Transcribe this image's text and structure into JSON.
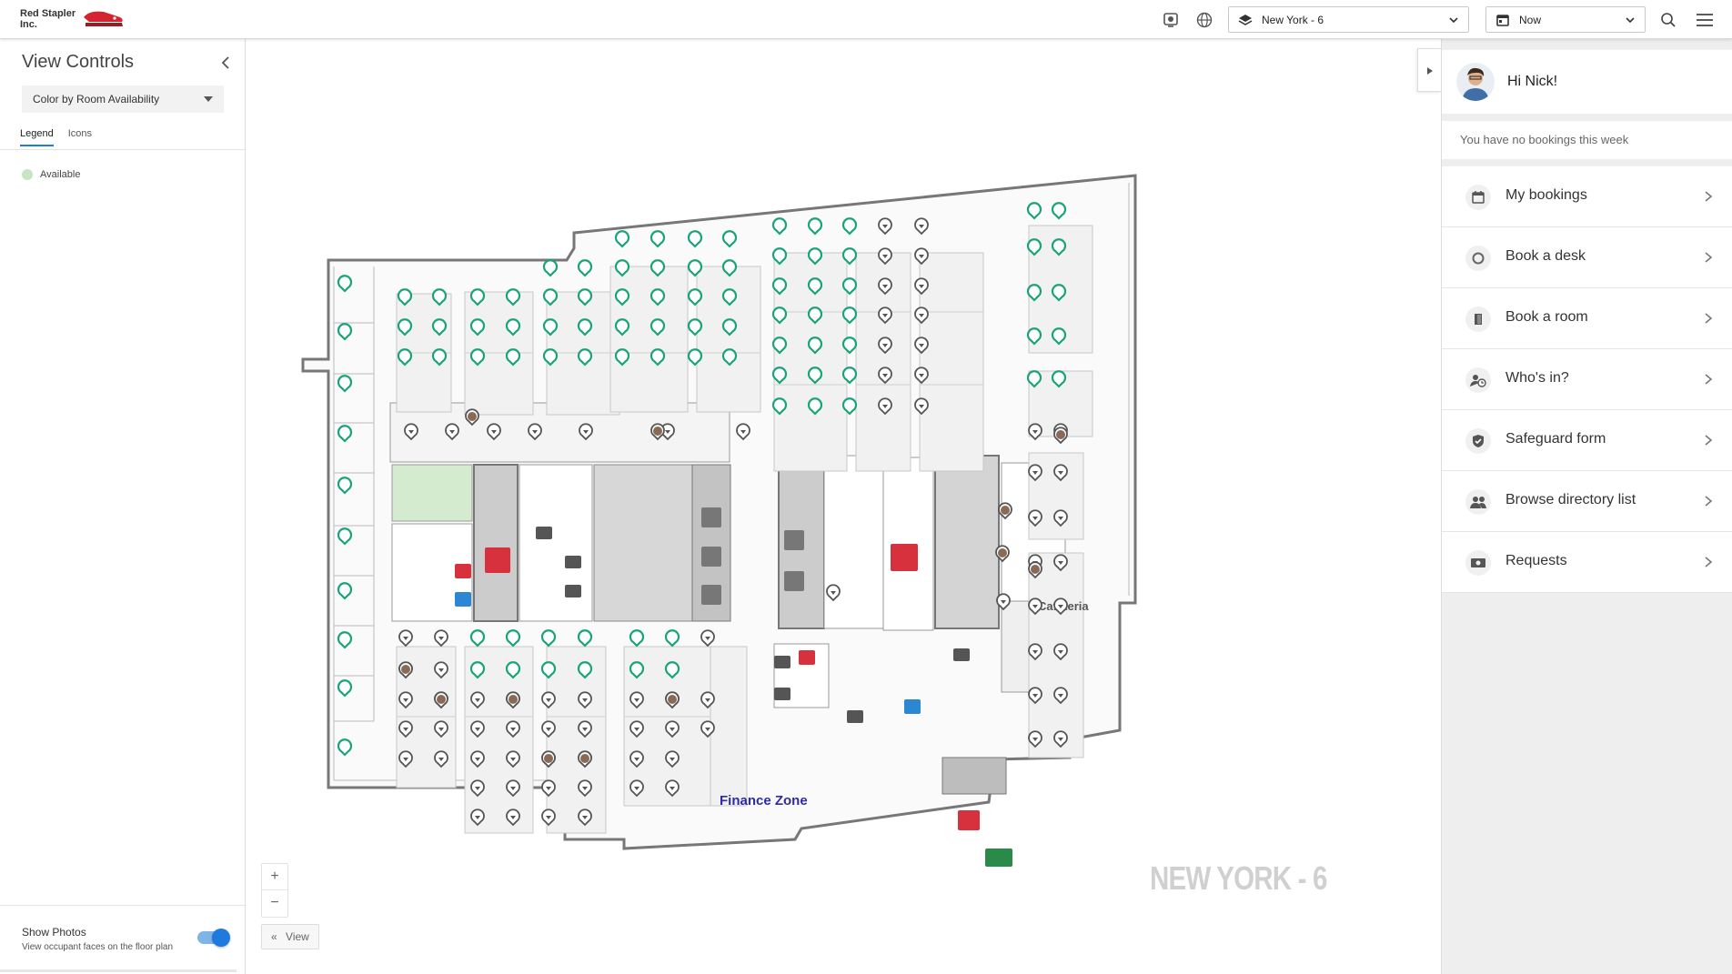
{
  "header": {
    "brand_name": "Red Stapler Inc.",
    "building_selector": "New York - 6",
    "time_selector": "Now",
    "icons": [
      "kiosk-icon",
      "globe-icon",
      "layers-icon",
      "calendar-icon",
      "search-icon",
      "hamburger-menu-icon"
    ]
  },
  "left_panel": {
    "title": "View Controls",
    "color_mode": "Color by Room Availability",
    "tabs": [
      {
        "label": "Legend",
        "active": true
      },
      {
        "label": "Icons",
        "active": false
      }
    ],
    "legend": [
      {
        "label": "Available",
        "color": "#c6e6c3"
      }
    ],
    "show_photos": {
      "title": "Show Photos",
      "subtitle": "View occupant faces on the floor plan",
      "enabled": true
    }
  },
  "map": {
    "watermark": "NEW YORK - 6",
    "labels": {
      "cafeteria": "Cafeteria",
      "finance_zone": "Finance Zone"
    },
    "zoom_in": "+",
    "zoom_out": "−",
    "view_button": "View",
    "colors": {
      "available": "#1aa37a",
      "occupied": "#555555",
      "exit": "#d6313d",
      "room_available": "#d4ebd0"
    }
  },
  "right_panel": {
    "greeting": "Hi Nick!",
    "no_bookings": "You have no bookings this week",
    "menu": [
      {
        "label": "My bookings",
        "icon": "calendar-icon"
      },
      {
        "label": "Book a desk",
        "icon": "desk-pin-icon"
      },
      {
        "label": "Book a room",
        "icon": "door-icon"
      },
      {
        "label": "Who's in?",
        "icon": "person-clock-icon"
      },
      {
        "label": "Safeguard form",
        "icon": "shield-check-icon"
      },
      {
        "label": "Browse directory list",
        "icon": "people-icon"
      },
      {
        "label": "Requests",
        "icon": "ticket-icon"
      }
    ]
  }
}
